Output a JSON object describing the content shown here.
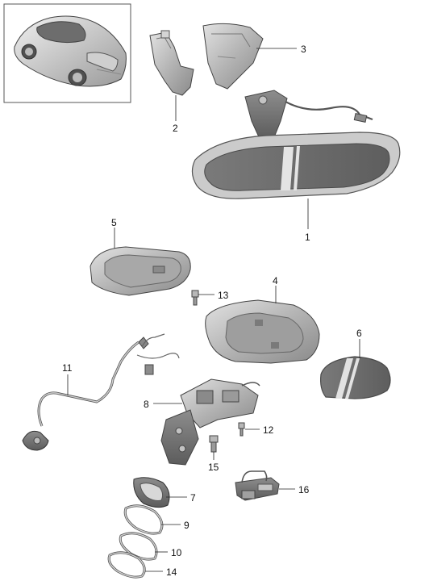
{
  "parts": [
    {
      "number": "1"
    },
    {
      "number": "2"
    },
    {
      "number": "3"
    },
    {
      "number": "4"
    },
    {
      "number": "5"
    },
    {
      "number": "6"
    },
    {
      "number": "7"
    },
    {
      "number": "8"
    },
    {
      "number": "9"
    },
    {
      "number": "10"
    },
    {
      "number": "11"
    },
    {
      "number": "12"
    },
    {
      "number": "13"
    },
    {
      "number": "14"
    },
    {
      "number": "15"
    },
    {
      "number": "16"
    }
  ]
}
